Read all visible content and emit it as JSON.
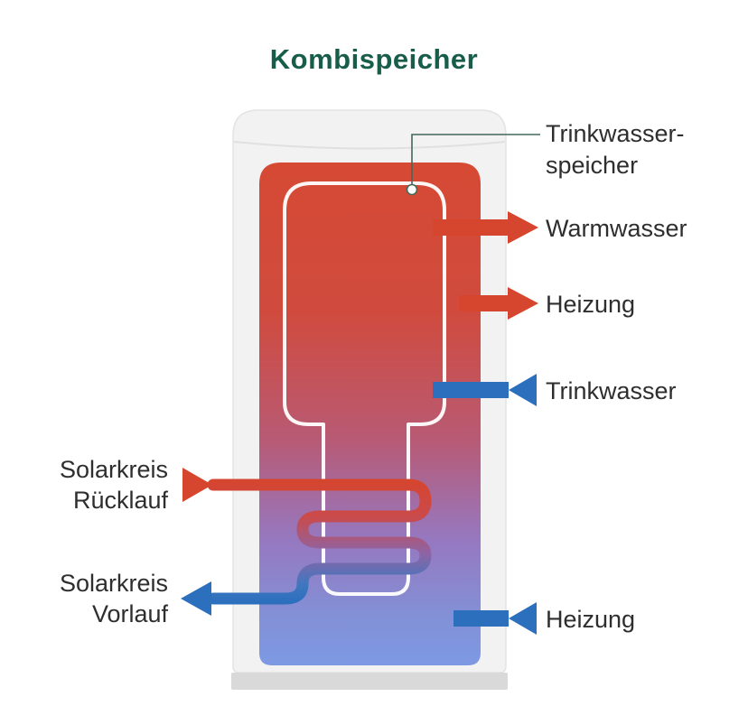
{
  "title": "Kombispeicher",
  "labels": {
    "trinkwasserspeicher_line1": "Trinkwasser-",
    "trinkwasserspeicher_line2": "speicher",
    "warmwasser": "Warmwasser",
    "heizung_top": "Heizung",
    "trinkwasser": "Trinkwasser",
    "solarkreis_ruecklauf_line1": "Solarkreis",
    "solarkreis_ruecklauf_line2": "Rücklauf",
    "solarkreis_vorlauf_line1": "Solarkreis",
    "solarkreis_vorlauf_line2": "Vorlauf",
    "heizung_bottom": "Heizung"
  },
  "colors": {
    "title_green": "#175d49",
    "hot_red": "#d6452e",
    "cold_blue": "#2b6fbd",
    "leader_green": "#43685a",
    "tank_shell": "#f2f2f2",
    "tank_shell_border": "#e3e3e3",
    "tank_base": "#d9d9d9",
    "gradient_top": "#d64a34",
    "gradient_bottom": "#7d99e4",
    "vessel_outline": "#ffffff",
    "text": "#2e2e2e"
  }
}
